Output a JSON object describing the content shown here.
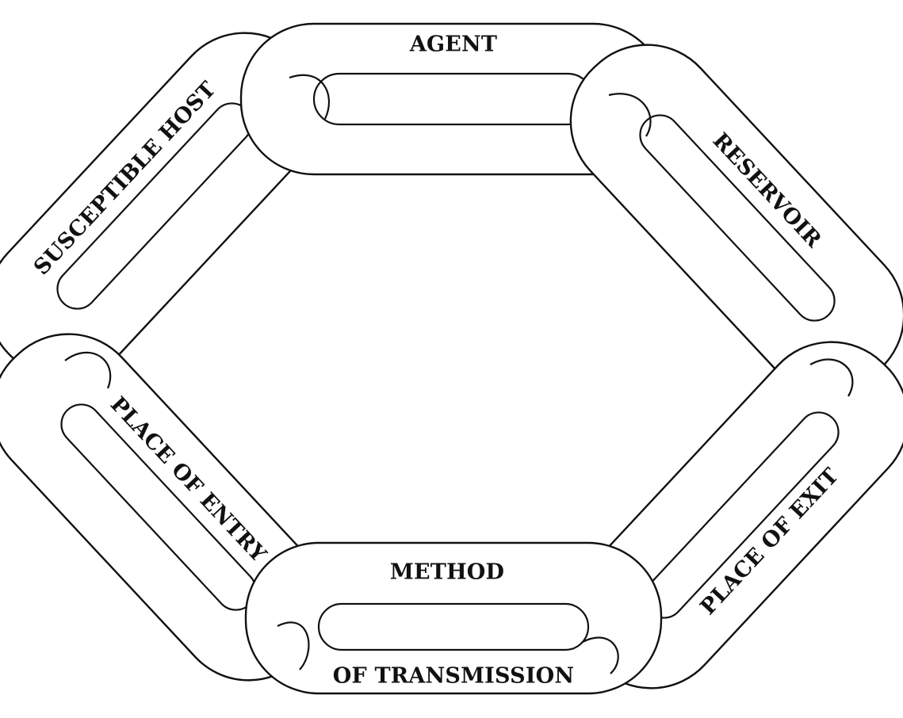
{
  "diagram": {
    "links": [
      {
        "id": "agent",
        "label": "AGENT"
      },
      {
        "id": "reservoir",
        "label": "RESERVOIR"
      },
      {
        "id": "place-of-exit",
        "label": "PLACE OF EXIT"
      },
      {
        "id": "method-of-transmission",
        "label": "METHOD",
        "label_line2": "OF TRANSMISSION"
      },
      {
        "id": "place-of-entry",
        "label": "PLACE OF ENTRY"
      },
      {
        "id": "susceptible-host",
        "label": "SUSCEPTIBLE HOST"
      }
    ]
  }
}
